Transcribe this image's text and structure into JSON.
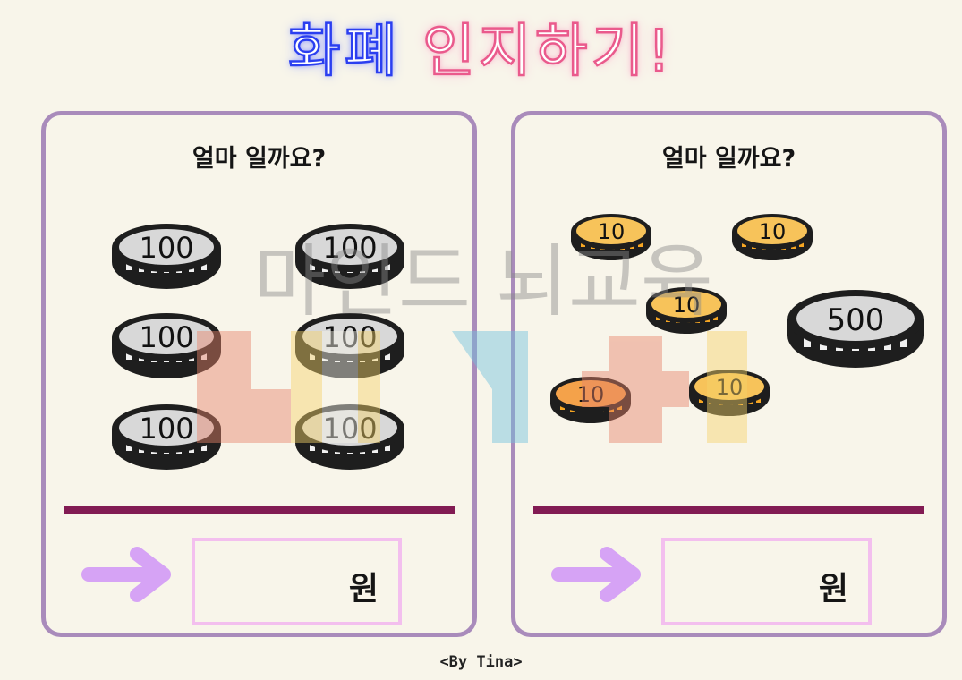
{
  "title": {
    "part1": "화폐",
    "part2": "인지하기!"
  },
  "panels": [
    {
      "question": "얼마 일까요?",
      "unit": "원",
      "coins": [
        {
          "label": "100",
          "kind": "silver"
        },
        {
          "label": "100",
          "kind": "silver"
        },
        {
          "label": "100",
          "kind": "silver"
        },
        {
          "label": "100",
          "kind": "silver"
        },
        {
          "label": "100",
          "kind": "silver"
        },
        {
          "label": "100",
          "kind": "silver"
        }
      ]
    },
    {
      "question": "얼마 일까요?",
      "unit": "원",
      "coins": [
        {
          "label": "10",
          "kind": "gold"
        },
        {
          "label": "10",
          "kind": "gold"
        },
        {
          "label": "10",
          "kind": "gold"
        },
        {
          "label": "500",
          "kind": "silver"
        },
        {
          "label": "10",
          "kind": "gold"
        },
        {
          "label": "10",
          "kind": "gold"
        }
      ]
    }
  ],
  "watermark": {
    "text": "마인드 뇌교육"
  },
  "credit": "<By Tina>",
  "colors": {
    "card_border": "#a98bbb",
    "divider": "#821b53",
    "arrow": "#d6a3f5",
    "answer_border": "#f3bfee",
    "silver_face": "#d8d8d8",
    "gold_face": "#f7c35a",
    "coin_outline": "#1e1e1e"
  }
}
